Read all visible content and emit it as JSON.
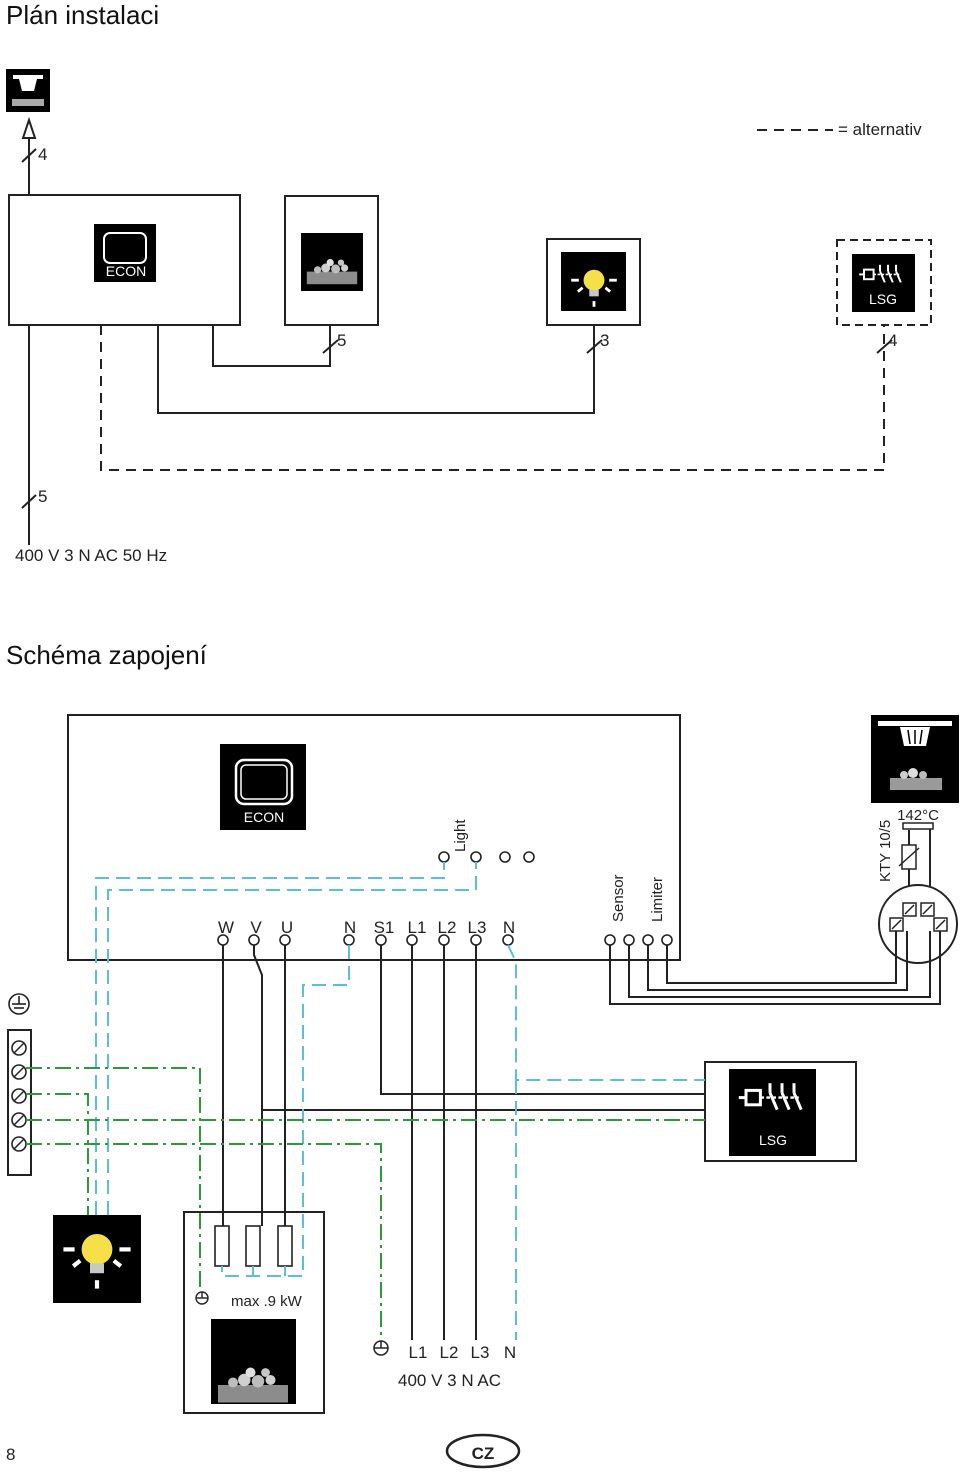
{
  "install_plan": {
    "title": "Plán instalaci",
    "legend": "= alternativ",
    "econ_label": "ECON",
    "lsg_label": "LSG",
    "cable_marks": [
      "4",
      "5",
      "3",
      "4",
      "5"
    ],
    "supply": "400 V 3 N AC 50 Hz"
  },
  "wiring": {
    "title": "Schéma zapojení",
    "econ_label": "ECON",
    "light_label": "Light",
    "sensor_label": "Sensor",
    "limiter_label": "Limiter",
    "sensor_type": "KTY 10/5",
    "temp_limit": "142°C",
    "terminals": [
      "W",
      "V",
      "U",
      "N",
      "S1",
      "L1",
      "L2",
      "L3",
      "N"
    ],
    "heater_power": "max .9 kW",
    "lsg_label": "LSG",
    "supply_terminals": [
      "L1",
      "L2",
      "L3",
      "N"
    ],
    "supply": "400 V 3 N AC"
  },
  "footer": {
    "page_number": "8",
    "country_badge": "CZ"
  },
  "colors": {
    "sensor_wire": "#5bc0d6",
    "ground_wire": "#2e9b3a",
    "bulb": "#f5e04a"
  },
  "icons": [
    "sensor-icon",
    "heater-stones-icon",
    "lamp-icon",
    "relay-icon",
    "ground-icon",
    "control-unit-icon"
  ]
}
